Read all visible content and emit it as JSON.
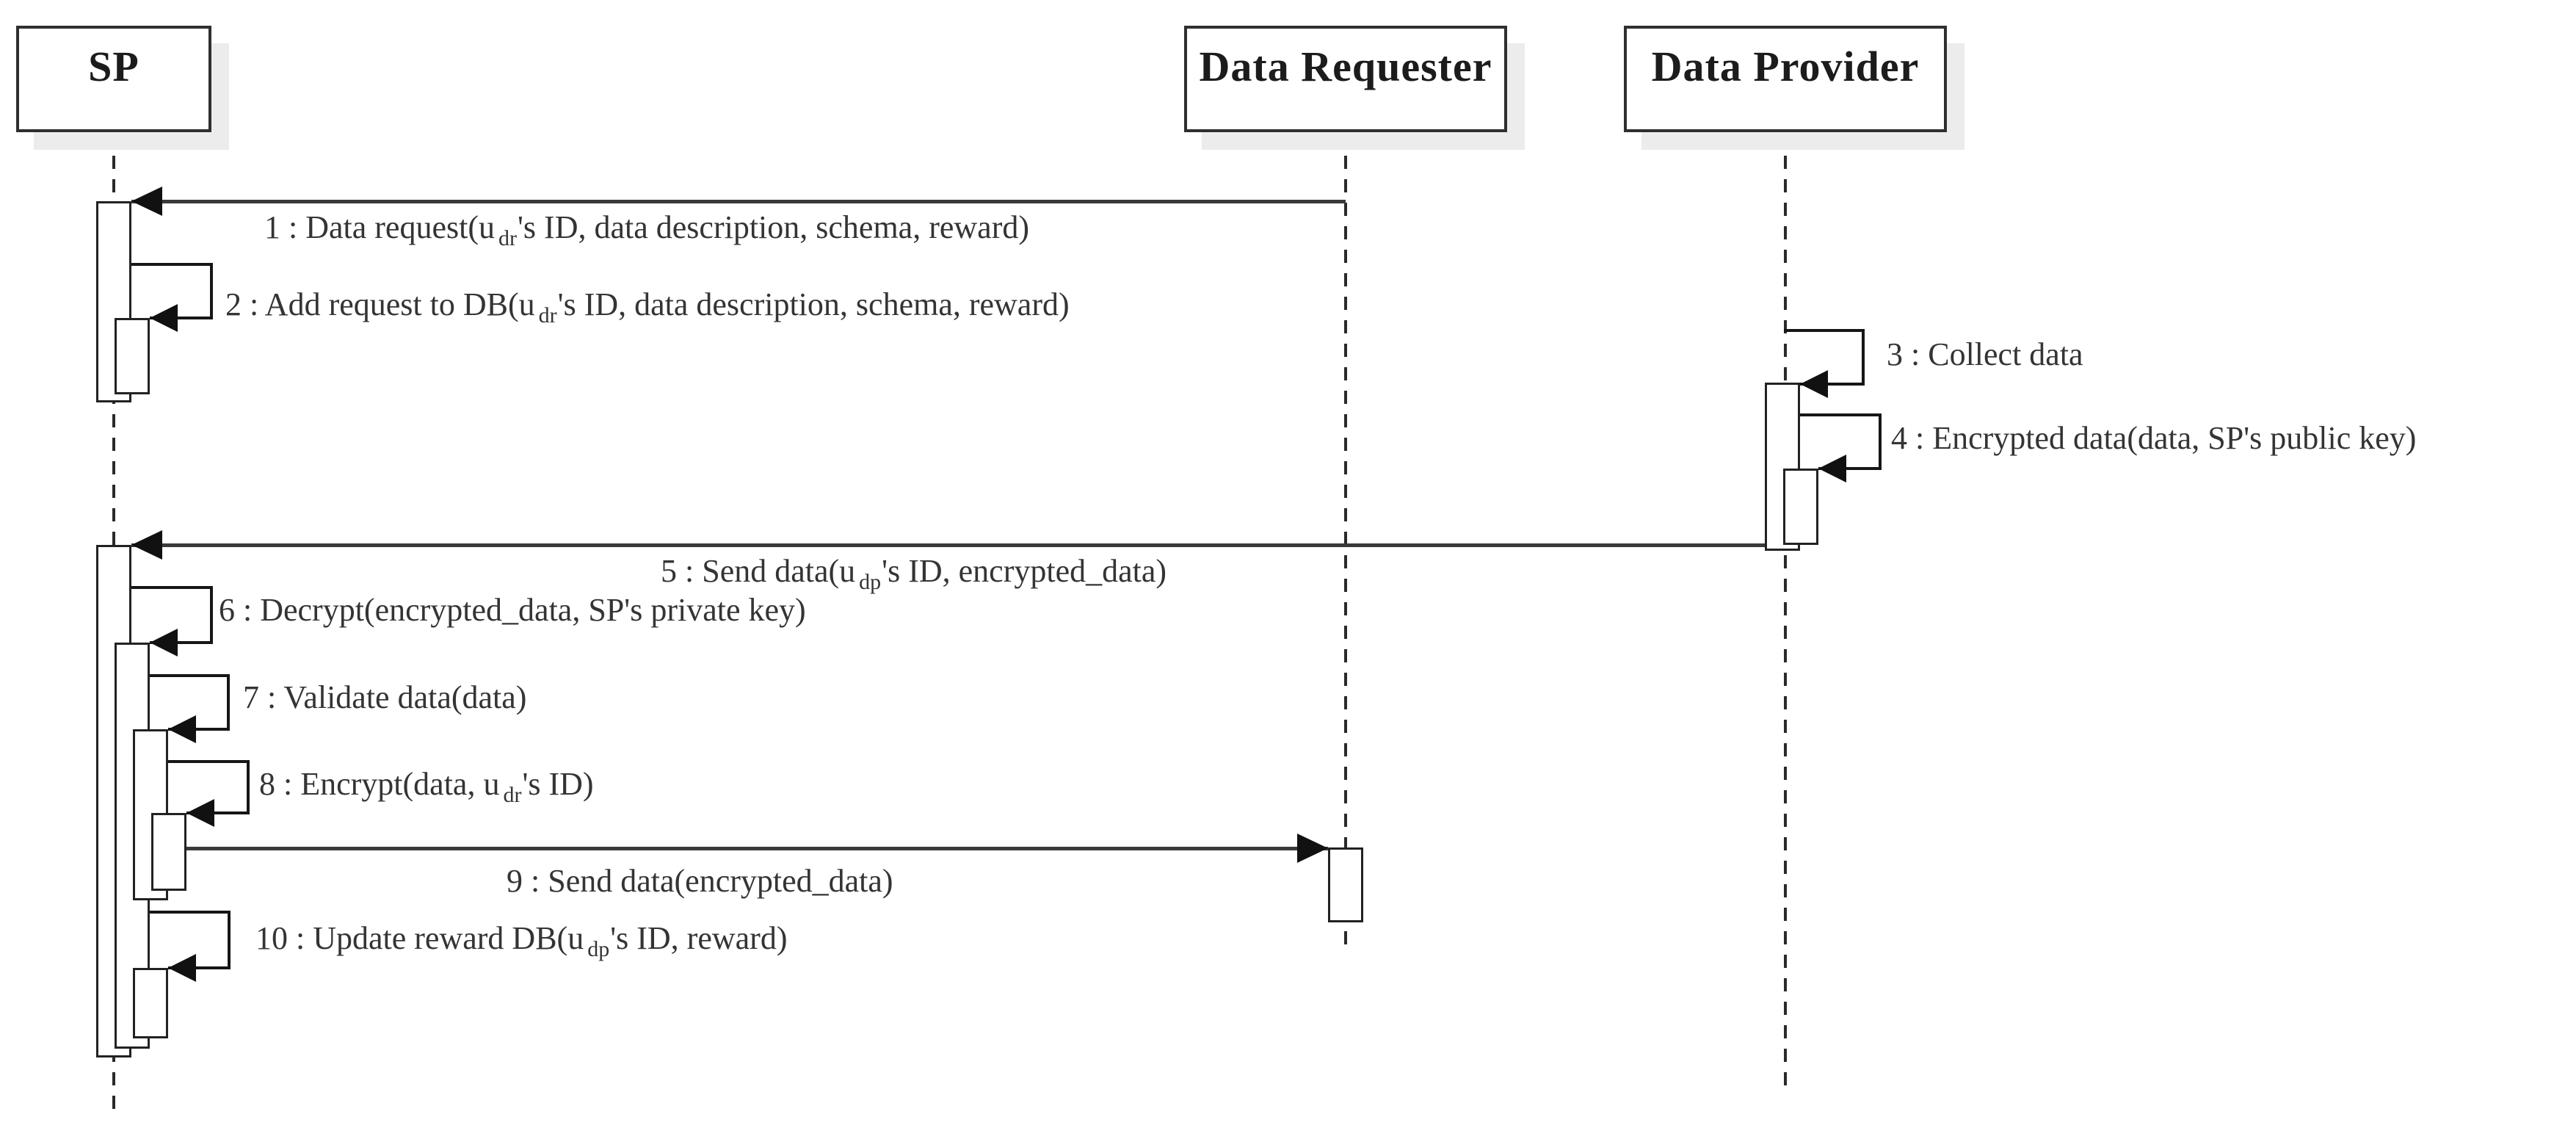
{
  "diagram": {
    "type": "uml-sequence-diagram",
    "participants": [
      {
        "id": "sp",
        "name": "SP"
      },
      {
        "id": "dr",
        "name": "Data Requester"
      },
      {
        "id": "dp",
        "name": "Data Provider"
      }
    ],
    "messages": [
      {
        "num": "1",
        "from": "Data Requester",
        "to": "SP",
        "kind": "message",
        "pre": "1 : Data request(u",
        "sub": "dr",
        "post": "'s ID, data description, schema, reward)"
      },
      {
        "num": "2",
        "from": "SP",
        "to": "SP",
        "kind": "self-message",
        "pre": "2 : Add request to DB(u",
        "sub": "dr",
        "post": "'s ID, data description, schema, reward)"
      },
      {
        "num": "3",
        "from": "Data Provider",
        "to": "Data Provider",
        "kind": "self-message",
        "pre": "3 : Collect data",
        "sub": "",
        "post": ""
      },
      {
        "num": "4",
        "from": "Data Provider",
        "to": "Data Provider",
        "kind": "self-message",
        "pre": "4 : Encrypted data(data, SP's public key)",
        "sub": "",
        "post": ""
      },
      {
        "num": "5",
        "from": "Data Provider",
        "to": "SP",
        "kind": "message",
        "pre": "5 : Send data(u",
        "sub": "dp",
        "post": "'s ID, encrypted_data)"
      },
      {
        "num": "6",
        "from": "SP",
        "to": "SP",
        "kind": "self-message",
        "pre": "6 : Decrypt(encrypted_data, SP's private key)",
        "sub": "",
        "post": ""
      },
      {
        "num": "7",
        "from": "SP",
        "to": "SP",
        "kind": "self-message",
        "pre": "7 : Validate data(data)",
        "sub": "",
        "post": ""
      },
      {
        "num": "8",
        "from": "SP",
        "to": "SP",
        "kind": "self-message",
        "pre": "8 : Encrypt(data, u",
        "sub": "dr",
        "post": "'s ID)"
      },
      {
        "num": "9",
        "from": "SP",
        "to": "Data Requester",
        "kind": "message",
        "pre": "9 : Send data(encrypted_data)",
        "sub": "",
        "post": ""
      },
      {
        "num": "10",
        "from": "SP",
        "to": "SP",
        "kind": "self-message",
        "pre": "10 : Update reward DB(u",
        "sub": "dp",
        "post": "'s ID, reward)"
      }
    ],
    "colors": {
      "background": "#ffffff",
      "line": "#3a3a3a",
      "loop_line": "#161616",
      "border": "#2f2f2f",
      "text": "#343434",
      "box_shadow": "#ececec"
    }
  }
}
